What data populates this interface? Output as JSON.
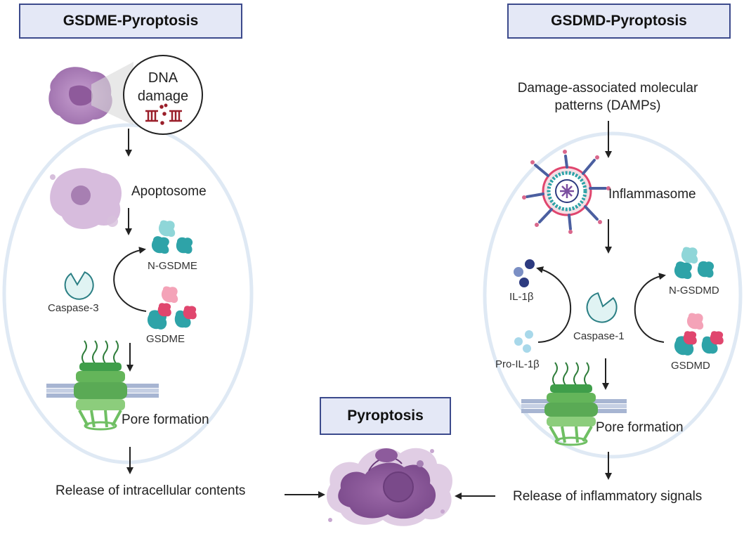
{
  "gsdme": {
    "title": "GSDME-Pyroptosis",
    "dna_damage_line1": "DNA",
    "dna_damage_line2": "damage",
    "apoptosome": "Apoptosome",
    "n_gsdme": "N-GSDME",
    "caspase": "Caspase-3",
    "gsdme": "GSDME",
    "pore": "Pore formation",
    "release": "Release of intracellular contents"
  },
  "gsdmd": {
    "title": "GSDMD-Pyroptosis",
    "damps_line1": "Damage-associated molecular",
    "damps_line2": "patterns (DAMPs)",
    "inflammasome": "Inflammasome",
    "il1b": "IL-1β",
    "pro_il1b": "Pro-IL-1β",
    "caspase": "Caspase-1",
    "n_gsdmd": "N-GSDMD",
    "gsdmd": "GSDMD",
    "pore": "Pore formation",
    "release": "Release of inflammatory signals"
  },
  "center": {
    "title": "Pyroptosis"
  },
  "colors": {
    "title_fill": "#e4e8f6",
    "title_border": "#3c4a8c",
    "ellipse": "#dde8f3",
    "teal": "#2ea3a8",
    "light_teal": "#8fd6d8",
    "pink": "#e0466e",
    "purple_cell": "#a86fb0",
    "green": "#5fae55"
  }
}
